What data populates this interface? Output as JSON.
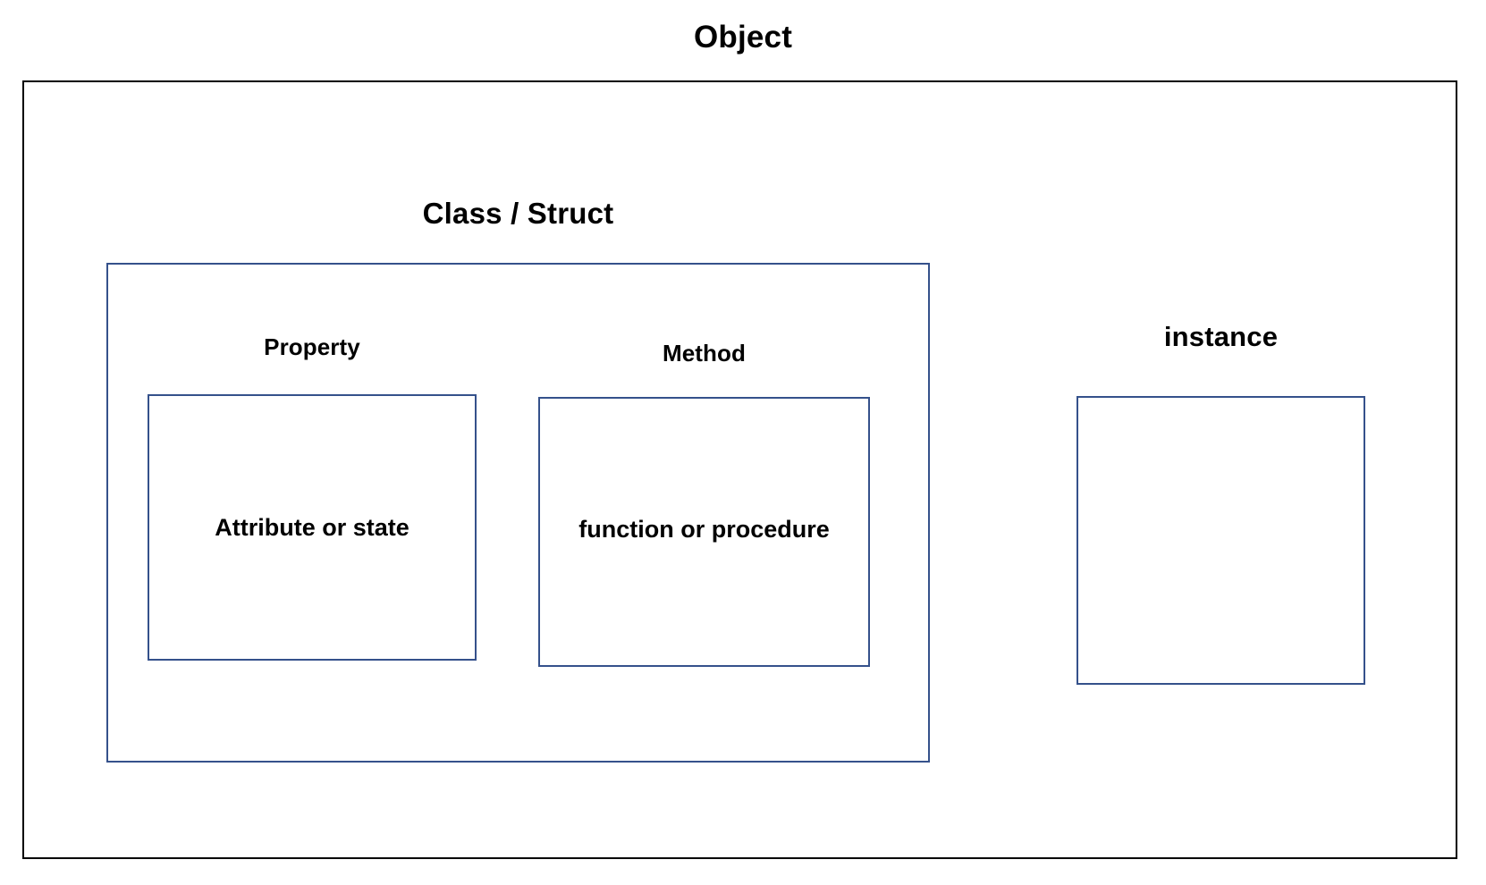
{
  "diagram": {
    "title": "Object",
    "background_color": "#ffffff",
    "outer_border_color": "#000000",
    "inner_border_color": "#35518B",
    "text_color": "#000000",
    "object": {
      "label": "Object"
    },
    "class_struct": {
      "label": "Class / Struct",
      "members": [
        {
          "label": "Property",
          "body_text": "Attribute or state"
        },
        {
          "label": "Method",
          "body_text": "function or procedure"
        }
      ]
    },
    "instance": {
      "label": "instance",
      "body_text": ""
    }
  }
}
